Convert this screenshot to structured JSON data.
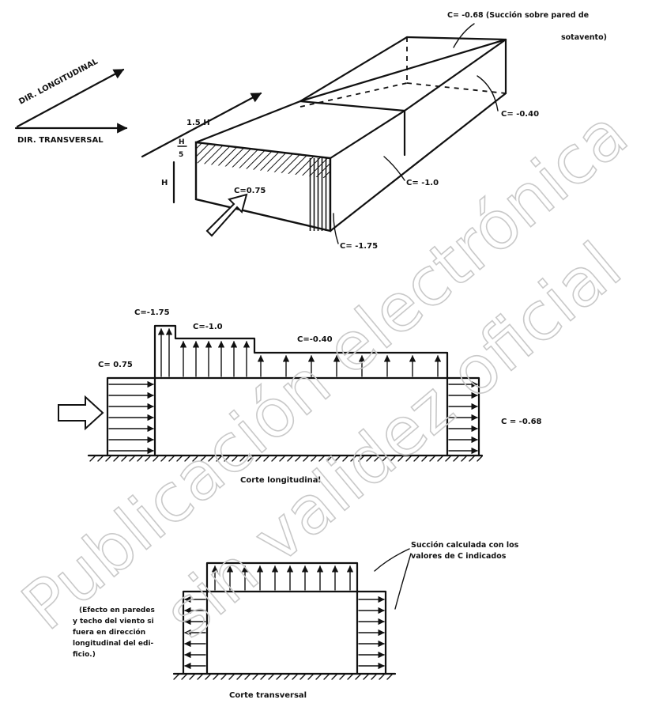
{
  "iso": {
    "dir_longitudinal": "DIR. LONGITUDINAL",
    "dir_transversal": "DIR. TRANSVERSAL",
    "dim_length": "1.5 H",
    "dim_h_top": "H",
    "dim_h_bottom": "5",
    "dim_h": "H",
    "c_suction_line1": "C= -0.68 (Succión sobre pared de",
    "c_suction_line2": "sotavento)",
    "c_040": "C= -0.40",
    "c_10": "C= -1.0",
    "c_175": "C= -1.75",
    "c_075": "C=0.75"
  },
  "longitudinal": {
    "c_175": "C=-1.75",
    "c_10": "C=-1.0",
    "c_040": "C=-0.40",
    "c_075": "C= 0.75",
    "c_068": "C = -0.68",
    "caption": "Corte longitudinal"
  },
  "transversal": {
    "note_line1": "Succión calculada con los",
    "note_line2": "valores de C indicados",
    "effect_line1": "(Efecto en paredes",
    "effect_line2": "y techo del viento si",
    "effect_line3": "fuera en dirección",
    "effect_line4": "longitudinal del edi-",
    "effect_line5": "ficio.)",
    "caption": "Corte transversal"
  },
  "watermark": {
    "line1": "Publicación electrónica",
    "line2": "sin validez oficial"
  }
}
